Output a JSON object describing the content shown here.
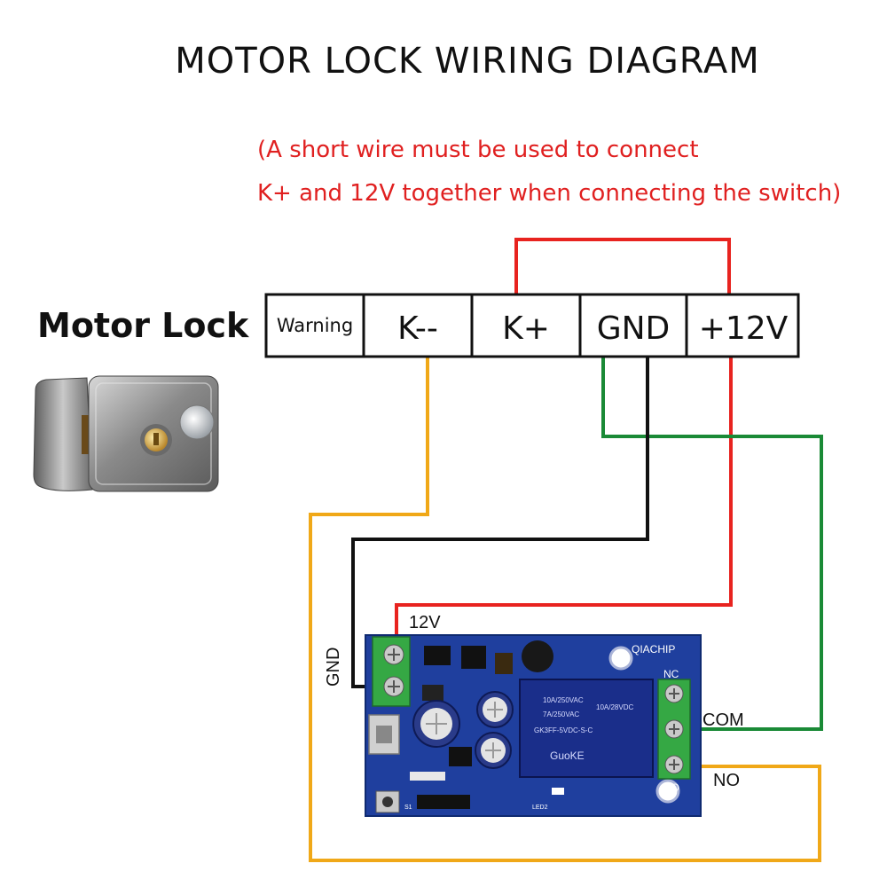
{
  "title": "MOTOR LOCK WIRING DIAGRAM",
  "note_line1": "(A short wire must be used to connect",
  "note_line2": "K+ and 12V together when connecting the switch)",
  "lock_label": "Motor Lock",
  "terminals": [
    "Warning",
    "K--",
    "K+",
    "GND",
    "+12V"
  ],
  "board": {
    "brand": "QIACHIP",
    "input_label_12v": "12V",
    "input_label_gnd": "GND",
    "output_nc": "NC",
    "output_com": "COM",
    "output_no": "NO",
    "relay_model": "GK3FF-5VDC-S-C",
    "relay_brand": "GuoKE",
    "relay_rating1": "10A/250VAC",
    "relay_rating2": "10A/28VDC",
    "relay_rating3": "7A/250VAC",
    "led_label": "LED2",
    "s1": "S1"
  },
  "colors": {
    "red_wire": "#e8231f",
    "black_wire": "#111111",
    "green_wire": "#1a8a36",
    "yellow_wire": "#f0a818",
    "pcb_blue": "#1f3f9e",
    "terminal_green": "#35a844"
  }
}
